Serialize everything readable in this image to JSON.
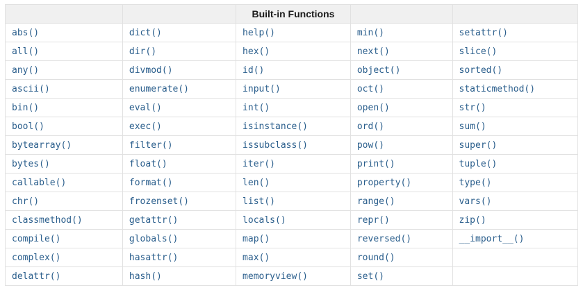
{
  "table": {
    "title": "Built-in Functions",
    "columns": [
      [
        "abs()",
        "all()",
        "any()",
        "ascii()",
        "bin()",
        "bool()",
        "bytearray()",
        "bytes()",
        "callable()",
        "chr()",
        "classmethod()",
        "compile()",
        "complex()",
        "delattr()"
      ],
      [
        "dict()",
        "dir()",
        "divmod()",
        "enumerate()",
        "eval()",
        "exec()",
        "filter()",
        "float()",
        "format()",
        "frozenset()",
        "getattr()",
        "globals()",
        "hasattr()",
        "hash()"
      ],
      [
        "help()",
        "hex()",
        "id()",
        "input()",
        "int()",
        "isinstance()",
        "issubclass()",
        "iter()",
        "len()",
        "list()",
        "locals()",
        "map()",
        "max()",
        "memoryview()"
      ],
      [
        "min()",
        "next()",
        "object()",
        "oct()",
        "open()",
        "ord()",
        "pow()",
        "print()",
        "property()",
        "range()",
        "repr()",
        "reversed()",
        "round()",
        "set()"
      ],
      [
        "setattr()",
        "slice()",
        "sorted()",
        "staticmethod()",
        "str()",
        "sum()",
        "super()",
        "tuple()",
        "type()",
        "vars()",
        "zip()",
        "__import__()",
        "",
        ""
      ]
    ]
  },
  "colors": {
    "link": "#2a5e8c",
    "border": "#e1e1e1",
    "header_bg": "#f0f0f0"
  }
}
